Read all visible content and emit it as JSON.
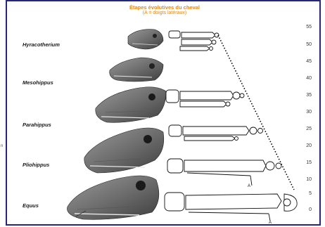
{
  "header": {
    "title": "Étapes évolutives du cheval",
    "subtitle": "(A = doigts latéraux)"
  },
  "species": [
    {
      "name": "Hyracotherium"
    },
    {
      "name": "Mesohippus"
    },
    {
      "name": "Parahippus"
    },
    {
      "name": "Pliohippus"
    },
    {
      "name": "Equus"
    }
  ],
  "scale": {
    "ticks": [
      "55",
      "50",
      "45",
      "40",
      "35",
      "30",
      "25",
      "20",
      "15",
      "10",
      "5",
      "0"
    ]
  },
  "annotations": {
    "digit_label_1": "A",
    "digit_label_2": "A",
    "edge_mark": "n"
  },
  "colors": {
    "frame": "#26267a",
    "title": "#e08a18",
    "trend_line": "#000000"
  }
}
